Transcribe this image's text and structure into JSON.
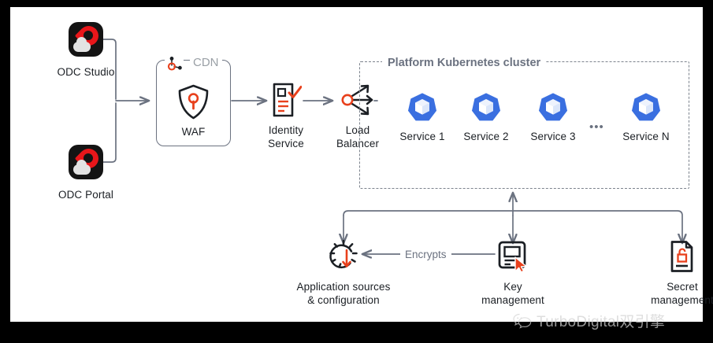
{
  "diagram": {
    "clients": [
      {
        "label": "ODC Studio",
        "icon": "odc-app-icon"
      },
      {
        "label": "ODC Portal",
        "icon": "odc-app-icon"
      }
    ],
    "edge_group": {
      "title": "CDN",
      "title_icon": "cdn-node-icon",
      "inner": {
        "label": "WAF",
        "icon": "shield-keyhole-icon"
      }
    },
    "pipeline": [
      {
        "label": "Identity\nService",
        "line1": "Identity",
        "line2": "Service",
        "icon": "document-check-icon"
      },
      {
        "label": "Load\nBalancer",
        "line1": "Load",
        "line2": "Balancer",
        "icon": "load-balancer-icon"
      }
    ],
    "cluster": {
      "title": "Platform Kubernetes cluster",
      "ellipsis": "•••",
      "services": [
        {
          "label": "Service 1",
          "icon": "kubernetes-icon"
        },
        {
          "label": "Service 2",
          "icon": "kubernetes-icon"
        },
        {
          "label": "Service 3",
          "icon": "kubernetes-icon"
        },
        {
          "label": "Service N",
          "icon": "kubernetes-icon"
        }
      ]
    },
    "backends": [
      {
        "line1": "Application sources",
        "line2": "& configuration",
        "icon": "gear-download-icon"
      },
      {
        "line1": "Key",
        "line2": "management",
        "icon": "monitor-cursor-icon"
      },
      {
        "line1": "Secret",
        "line2": "management",
        "icon": "document-lock-icon"
      }
    ],
    "edge_labels": {
      "encrypts": "Encrypts"
    },
    "colors": {
      "accent_red": "#e8401c",
      "brand_red": "#e8161a",
      "k8s_blue": "#3a6fe0",
      "wire_gray": "#6b7280",
      "dark": "#1b1f24",
      "muted": "#9aa0a6"
    }
  },
  "watermark": {
    "text": "TurboDigital双引擎",
    "icon": "wechat-icon"
  }
}
